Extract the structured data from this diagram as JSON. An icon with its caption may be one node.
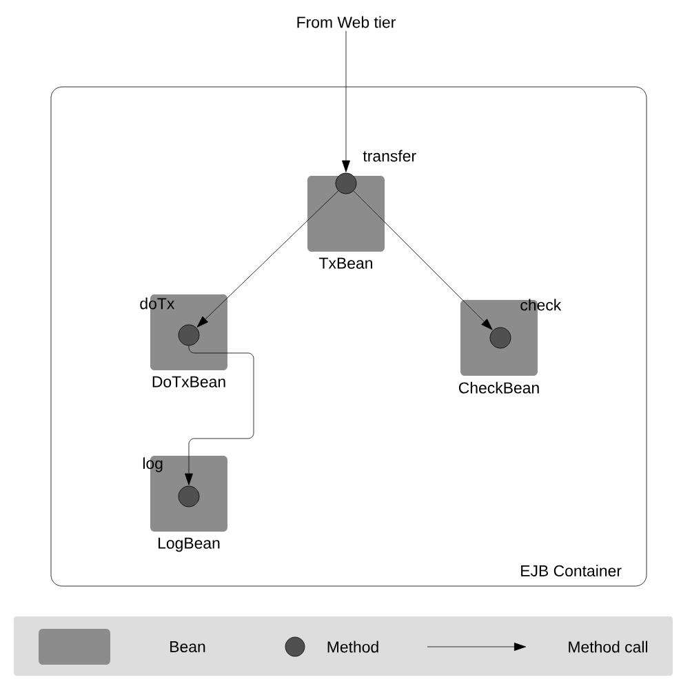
{
  "diagram": {
    "nodes": [
      {
        "text": [
          "From Web tier"
        ]
      },
      {
        "text": [
          "EJB Container"
        ]
      },
      {
        "text": [
          "TxBean"
        ],
        "in": 1
      },
      {
        "text": [],
        "shape": "circle",
        "beside": [
          "transfer"
        ],
        "in": 2
      },
      {
        "text": [
          "DoTxBean"
        ],
        "in": 1
      },
      {
        "text": [],
        "shape": "circle",
        "beside": [
          "doTx"
        ],
        "in": 4
      },
      {
        "text": [
          "CheckBean"
        ],
        "in": 1
      },
      {
        "text": [],
        "shape": "circle",
        "beside": [
          "check"
        ],
        "in": 6
      },
      {
        "text": [
          "LogBean"
        ],
        "in": 1
      },
      {
        "text": [],
        "shape": "circle",
        "beside": [
          "log"
        ],
        "in": 8
      }
    ],
    "edges": [
      {
        "from": 0,
        "to": 3,
        "arrow": "to"
      },
      {
        "from": 3,
        "to": 5,
        "arrow": "to"
      },
      {
        "from": 3,
        "to": 7,
        "arrow": "to"
      },
      {
        "from": 5,
        "to": 9,
        "arrow": "to"
      }
    ],
    "legend": [
      {
        "text": "Bean",
        "color": "#8c8c8c"
      },
      {
        "text": "Method"
      },
      {
        "text": "Method call"
      }
    ]
  }
}
